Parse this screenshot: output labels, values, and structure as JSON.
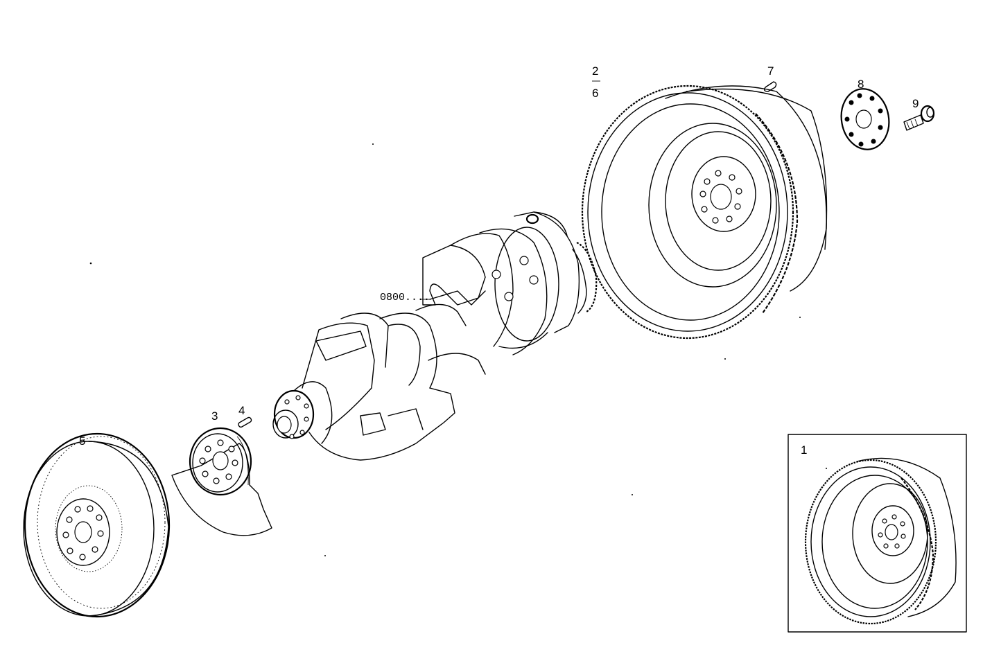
{
  "callouts": {
    "item_1": "1",
    "item_2": "2",
    "item_6": "6",
    "item_3": "3",
    "item_4": "4",
    "item_5": "5",
    "item_7": "7",
    "item_8": "8",
    "item_9": "9",
    "crankshaft_ref": "0800...."
  },
  "icons": [
    "flywheel-icon",
    "crankshaft-icon",
    "pulley-icon",
    "bolt-icon"
  ]
}
